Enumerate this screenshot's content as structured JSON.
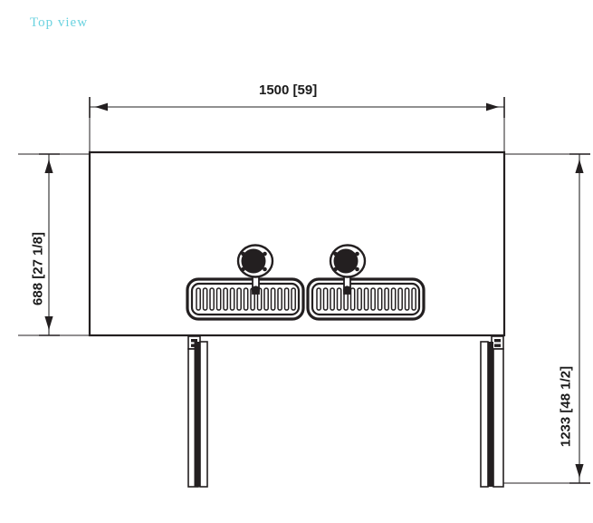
{
  "drawing": {
    "view_title": "Top view",
    "title_color": "#6cd3e0",
    "line_color": "#231f20",
    "background": "#ffffff"
  },
  "dimensions": {
    "width": {
      "label": "1500 [59]",
      "value_mm": 1500,
      "value_in": "59",
      "orientation": "horizontal",
      "position": "top"
    },
    "depth": {
      "label": "688 [27 1/8]",
      "value_mm": 688,
      "value_in": "27 1/8",
      "orientation": "vertical",
      "position": "left"
    },
    "height": {
      "label": "1233 [48 1/2]",
      "value_mm": 1233,
      "value_in": "48 1/2",
      "orientation": "vertical",
      "position": "right"
    }
  },
  "components": {
    "cabinet": {
      "name": "cabinet-body"
    },
    "grates": [
      {
        "name": "left-grate",
        "slot_count": 15
      },
      {
        "name": "right-grate",
        "slot_count": 15
      }
    ],
    "knobs": [
      {
        "name": "left-knob"
      },
      {
        "name": "right-knob"
      }
    ],
    "legs": [
      {
        "name": "left-leg"
      },
      {
        "name": "right-leg"
      }
    ]
  },
  "icons": {
    "arrow": "dimension-arrow-icon"
  }
}
